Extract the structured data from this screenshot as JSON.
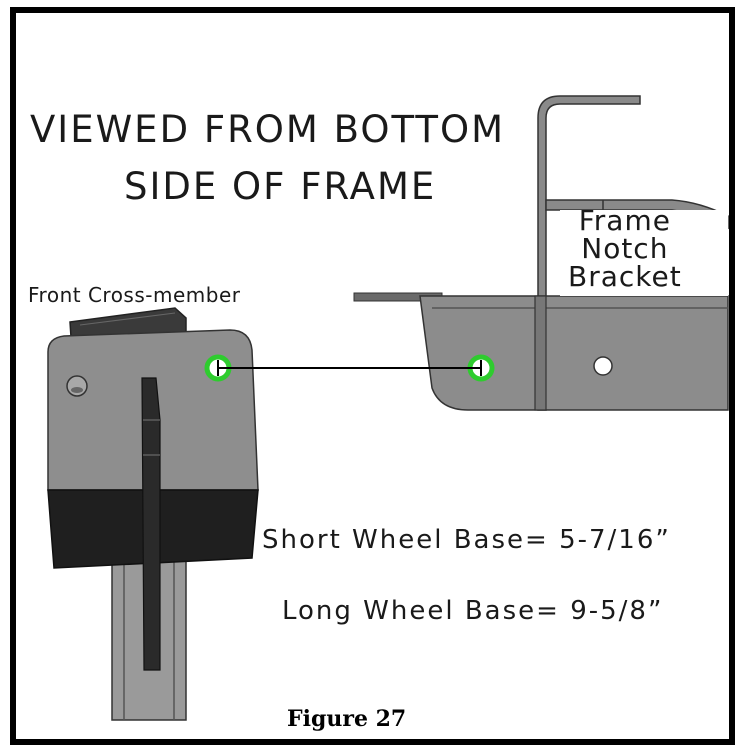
{
  "labels": {
    "title_line1": "VIEWED FROM BOTTOM",
    "title_line2": "SIDE OF FRAME",
    "bracket_line1": "Frame",
    "bracket_line2": "Notch",
    "bracket_line3": "Bracket",
    "cross_member": "Front Cross-member",
    "short_wheel_base": "Short Wheel Base= 5-7/16”",
    "long_wheel_base": "Long Wheel Base= 9-5/8”",
    "figure_caption": "Figure 27"
  },
  "colors": {
    "steel_gray": "#8a8a8a",
    "dark_steel": "#2b2b2b",
    "hole_highlight": "#2ecc2e",
    "border": "#000000"
  }
}
